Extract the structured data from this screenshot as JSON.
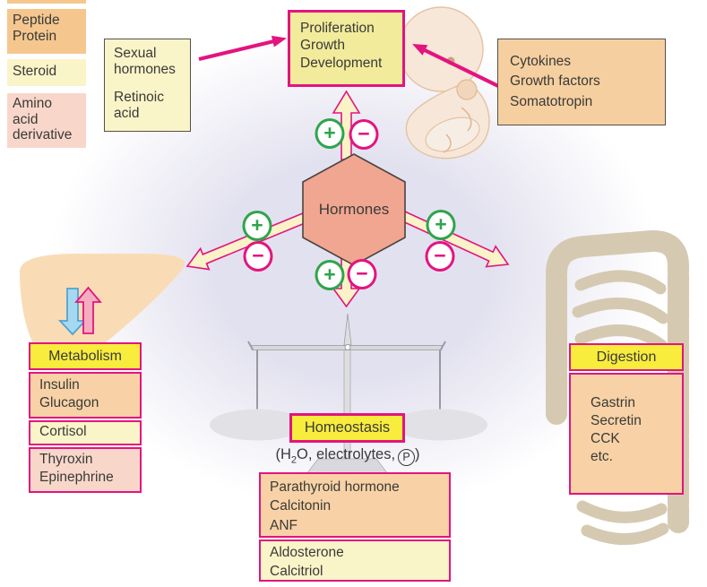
{
  "legend": {
    "items": [
      {
        "lines": [
          "Peptide",
          "Protein"
        ],
        "type": "peptide-protein"
      },
      {
        "lines": [
          "Steroid"
        ],
        "type": "steroid"
      },
      {
        "lines": [
          "Amino",
          "acid",
          "derivative"
        ],
        "type": "amino-acid-derivative"
      }
    ]
  },
  "boxes": {
    "sexual": {
      "groups": [
        {
          "lines": [
            "Sexual",
            "hormones"
          ]
        },
        {
          "lines": [
            "Retinoic",
            "acid"
          ]
        }
      ]
    },
    "proliferation": {
      "lines": [
        "Proliferation",
        "Growth",
        "Development"
      ]
    },
    "cytokines": {
      "lines": [
        "Cytokines",
        "Growth factors",
        "Somatotropin"
      ]
    },
    "hormones": {
      "label": "Hormones"
    },
    "metabolism": {
      "title": "Metabolism",
      "sections": [
        {
          "lines": [
            "Insulin",
            "Glucagon"
          ],
          "type": "peptide-protein"
        },
        {
          "lines": [
            "Cortisol"
          ],
          "type": "steroid"
        },
        {
          "lines": [
            "Thyroxin",
            "Epinephrine"
          ],
          "type": "amino-acid-derivative"
        }
      ]
    },
    "digestion": {
      "title": "Digestion",
      "lines": [
        "Gastrin",
        "Secretin",
        "CCK",
        "etc."
      ]
    },
    "homeostasis": {
      "title": "Homeostasis",
      "note": {
        "pre": "(H",
        "sub": "2",
        "mid": "O, electrolytes,",
        "circled": "P",
        "post": ")"
      }
    },
    "regulators": {
      "sections": [
        {
          "lines": [
            "Parathyroid hormone",
            "Calcitonin",
            "ANF"
          ],
          "type": "peptide-protein"
        },
        {
          "lines": [
            "Aldosterone",
            "Calcitriol"
          ],
          "type": "steroid"
        }
      ]
    }
  },
  "icons": {
    "plus": "+",
    "minus": "−"
  },
  "colors": {
    "magenta": "#E3147F",
    "green": "#2FA44C",
    "peach_swatch": "#F5C78F",
    "peach_body": "#F8D2A6",
    "pale_yellow": "#FAF4C9",
    "pink": "#F8D7CA",
    "bright_yellow": "#F8EC3D",
    "proliferation_yellow": "#F1EB9B",
    "hexagon_salmon": "#F0A691",
    "lavender_bg": "#E2E1EF",
    "liver_peach": "#F9DCB6",
    "intestine_tan": "#D5CAB1",
    "scale_gray": "#9C9CA3"
  }
}
